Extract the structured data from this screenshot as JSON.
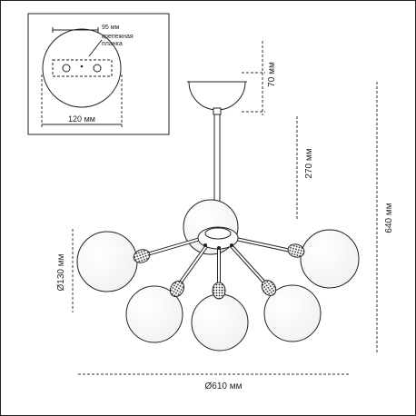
{
  "inset": {
    "plate_length": "95 мм",
    "bracket_label_line1": "крепежная",
    "bracket_label_line2": "планка",
    "canopy_diameter": "120 мм"
  },
  "dimensions": {
    "canopy_height": "70 мм",
    "rod_length": "270 мм",
    "total_height": "640 мм",
    "globe_diameter": "Ø130 мм",
    "total_width": "Ø610 мм"
  }
}
